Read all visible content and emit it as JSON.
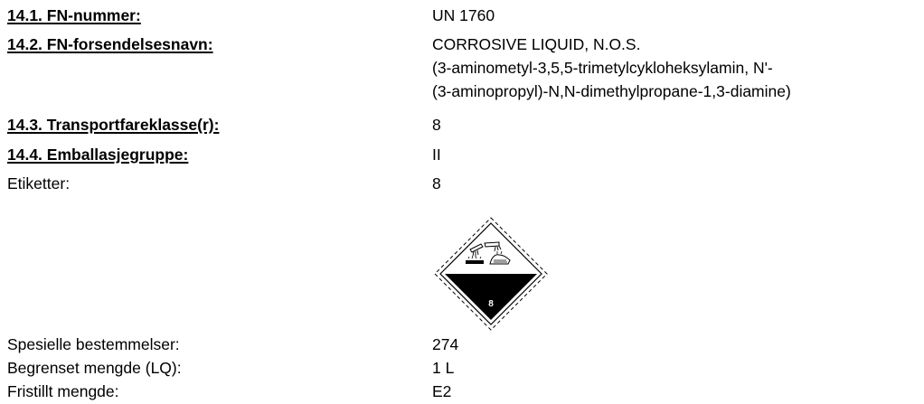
{
  "section": {
    "un_number_label": "14.1. FN-nummer:",
    "un_number_value": "UN 1760",
    "shipping_name_label": "14.2. FN-forsendelsesnavn:",
    "shipping_name_lines": [
      "CORROSIVE LIQUID, N.O.S.",
      "(3-aminometyl-3,5,5-trimetylcykloheksylamin, N'-",
      "(3-aminopropyl)-N,N-dimethylpropane-1,3-diamine)"
    ],
    "hazard_class_label": "14.3. Transportfareklasse(r):",
    "hazard_class_value": "8",
    "packing_group_label": "14.4. Emballasjegruppe:",
    "packing_group_value": "II",
    "labels_label": "Etiketter:",
    "labels_value": "8",
    "placard": {
      "icon": "corrosive-hazard-diamond-icon",
      "class_number": "8",
      "colors": {
        "fill": "#000000",
        "background": "#ffffff"
      }
    },
    "special_provisions_label": "Spesielle bestemmelser:",
    "special_provisions_value": "274",
    "limited_quantity_label": "Begrenset mengde (LQ):",
    "limited_quantity_value": "1 L",
    "excepted_quantity_label": "Fristillt mengde:",
    "excepted_quantity_value": "E2"
  }
}
